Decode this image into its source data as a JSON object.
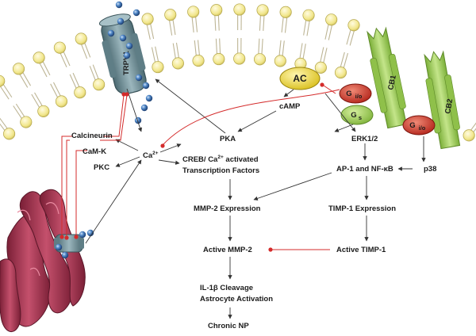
{
  "colors": {
    "membrane_head": "#f3e98e",
    "membrane_head_stroke": "#b8a94a",
    "membrane_tail": "#c9c3a2",
    "trpv1": "#6f8d95",
    "receptor": "#9fcc56",
    "ac": "#f2dc3c",
    "gio": "#d43a2a",
    "gs": "#9ccf58",
    "er": "#a8324e",
    "ion": "#3a6fb0",
    "inhibit": "#d42b2b",
    "arrow": "#333333"
  },
  "proteins": {
    "trpv1": "TRPV1",
    "ac": "AC",
    "cb1": "CB1",
    "cb2": "CB2",
    "gio_main": "i/o",
    "gio_prefix": "G",
    "gs_main": "s",
    "gs_prefix": "G"
  },
  "nodes": {
    "camp": "cAMP",
    "pka": "PKA",
    "calcineurin": "Calcineurin",
    "camk": "CaM-K",
    "pkc": "PKC",
    "ca": "Ca",
    "ca_sup": "2+",
    "creb_line1": "CREB/ Ca",
    "creb_sup": "2+",
    "creb_line1_end": " activated",
    "creb_line2": "Transcription Factors",
    "erk": "ERK1/2",
    "ap1": "AP-1 and NF-κB",
    "p38": "p38",
    "mmp2_expr": "MMP-2 Expression",
    "timp1_expr": "TIMP-1 Expression",
    "active_mmp2": "Active MMP-2",
    "active_timp1": "Active TIMP-1",
    "il1b_line1": "IL-1β Cleavage",
    "il1b_line2": "Astrocyte Activation",
    "chronic_np": "Chronic NP"
  }
}
